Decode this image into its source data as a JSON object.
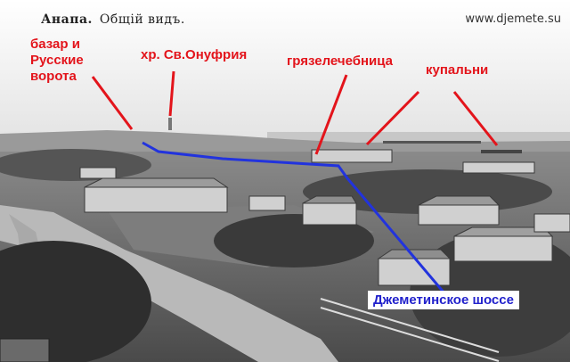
{
  "caption": {
    "city": "Анапа.",
    "view": "Общiй видъ."
  },
  "watermark": "www.djemete.su",
  "labels": {
    "bazaar_l1": "базар и",
    "bazaar_l2": "Русские",
    "bazaar_l3": "ворота",
    "church": "хр. Св.Онуфрия",
    "mud_clinic": "грязелечебница",
    "baths": "купальни",
    "highway": "Джеметинское шоссе"
  },
  "colors": {
    "annotation_red": "#e3141b",
    "road_blue": "#2233dd"
  }
}
